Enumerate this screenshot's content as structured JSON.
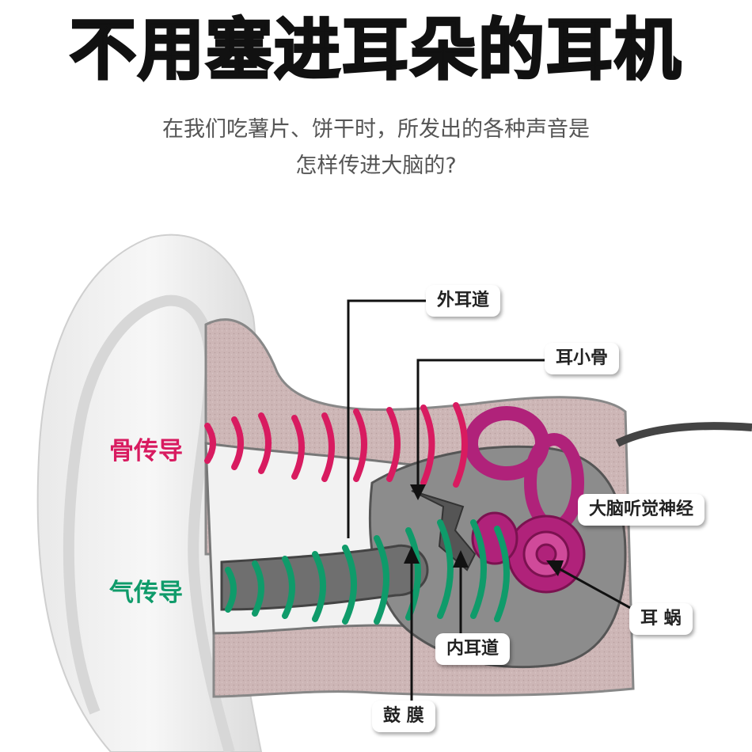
{
  "title": "不用塞进耳朵的耳机",
  "subtitle_lines": [
    "在我们吃薯片、饼干时，所发出的各种声音是",
    "怎样传进大脑的?"
  ],
  "side_labels": {
    "bone": {
      "text": "骨传导",
      "color": "#d81b60"
    },
    "air": {
      "text": "气传导",
      "color": "#0f9b6a"
    }
  },
  "callouts": {
    "outer_canal": "外耳道",
    "ossicles": "耳小骨",
    "nerve": "大脑听觉神经",
    "cochlea": "耳 蜗",
    "inner_canal": "内耳道",
    "eardrum": "鼓 膜"
  },
  "colors": {
    "bone_wave": "#d81b60",
    "air_wave": "#0f9b6a",
    "cochlea": "#b0227a",
    "skin": "#c9b3b3"
  }
}
